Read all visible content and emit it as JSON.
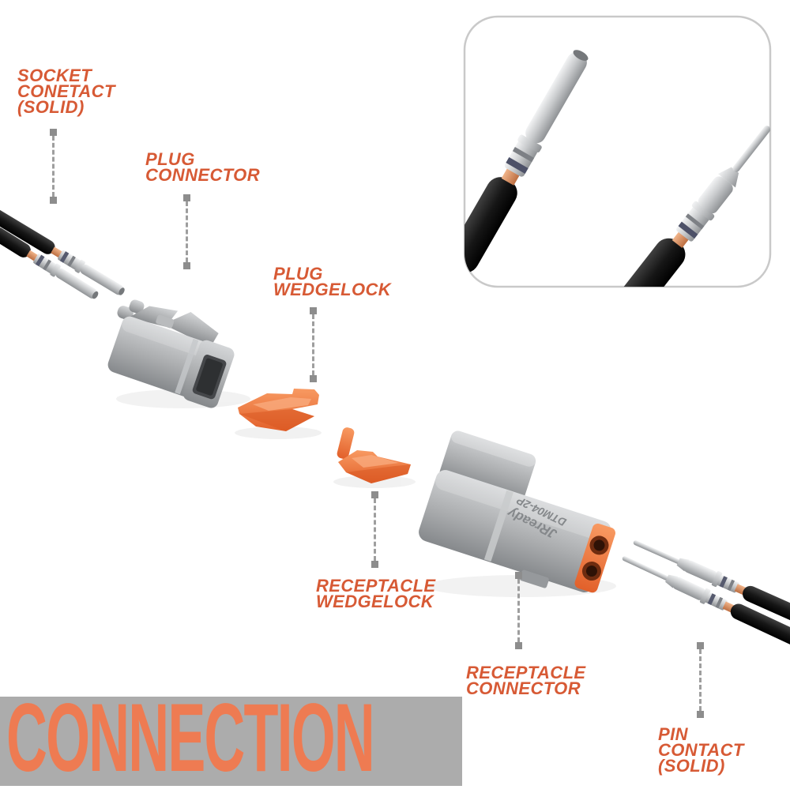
{
  "banner": {
    "text": "CONNECTION",
    "bg_color": "#acacac",
    "text_color": "#ee7b52"
  },
  "labels": {
    "socket_contact": "SOCKET\nCONETACT\n(SOLID)",
    "plug_connector": "PLUG\nCONNECTOR",
    "plug_wedgelock": "PLUG\nWEDGELOCK",
    "receptacle_wedgelock": "RECEPTACLE\nWEDGELOCK",
    "receptacle_connector": "RECEPTACLE\nCONNECTOR",
    "pin_contact": "PIN\nCONTACT\n(SOLID)"
  },
  "connector_marking": {
    "brand": "JRready",
    "part_number": "DTM04-2P"
  },
  "colors": {
    "label_text": "#d75a35",
    "dashed_line": "#9e9e9e",
    "dash_end_square": "#8d8d8d",
    "wedgelock_orange": "#ed7638",
    "seal_orange": "#e2602a",
    "connector_gray": "#aaacae",
    "wire_black": "#161616",
    "copper": "#d79463",
    "metal": "#c9cbcd",
    "inset_border": "#c9c9c9",
    "background": "#ffffff"
  }
}
